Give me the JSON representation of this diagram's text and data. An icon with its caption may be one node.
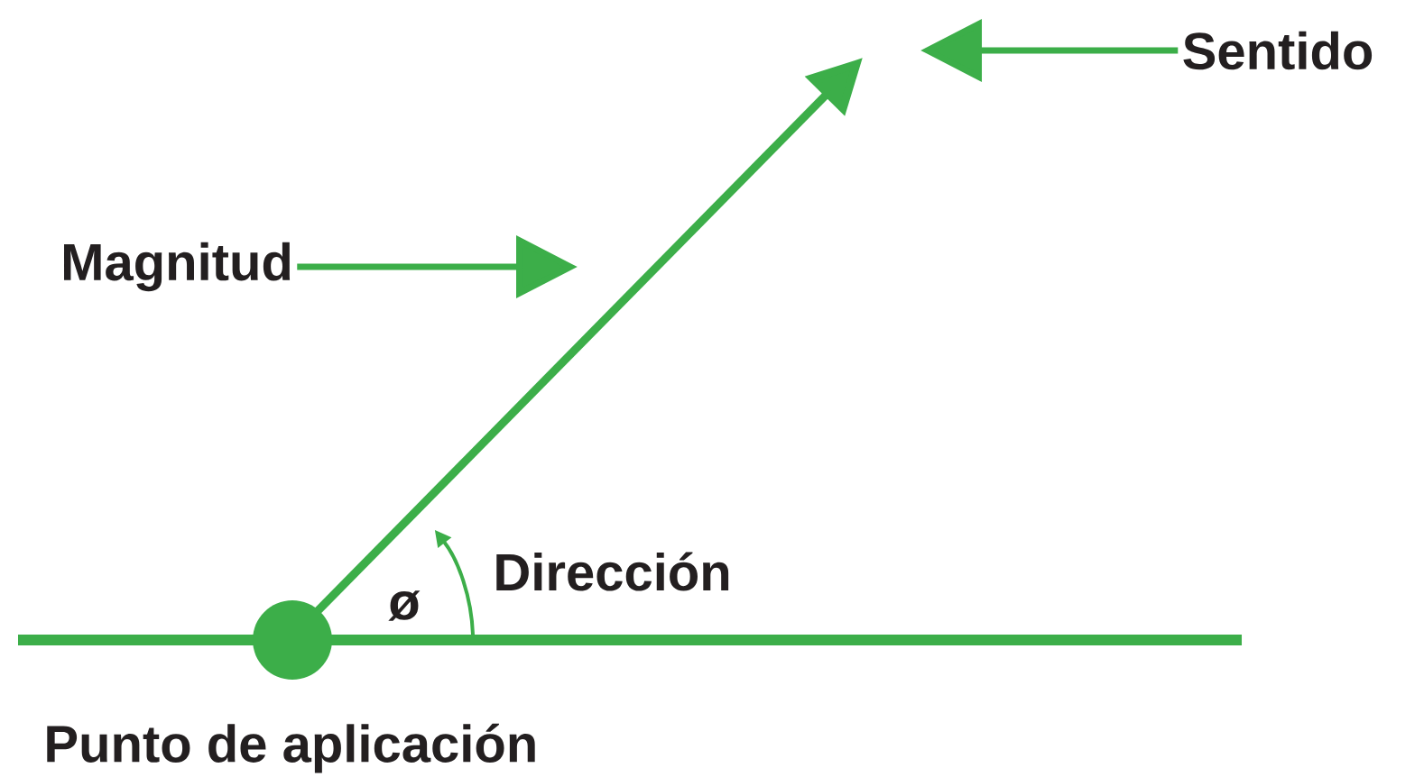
{
  "diagram": {
    "nodes": [
      {
        "text": [
          "Sentido"
        ]
      },
      {
        "text": [
          "Magnitud"
        ]
      },
      {
        "text": [],
        "shape": "circle",
        "beside": [
          "Punto de aplicación"
        ]
      }
    ],
    "edges": [
      {
        "from": 0,
        "to": null,
        "arrow": "to"
      },
      {
        "from": 1,
        "to": null,
        "arrow": "to"
      }
    ],
    "labels": [
      "Dirección",
      "ø"
    ]
  }
}
